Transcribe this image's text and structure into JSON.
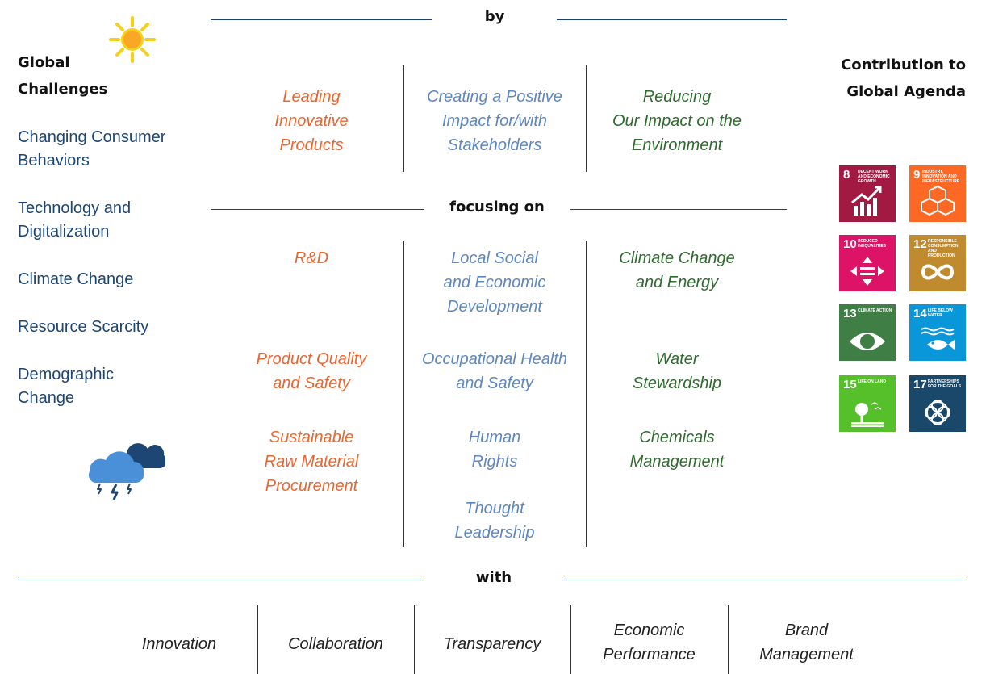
{
  "headers": {
    "by": "by",
    "focusing_on": "focusing on",
    "with": "with"
  },
  "left": {
    "title_line1": "Global",
    "title_line2": "Challenges",
    "challenges": [
      "Changing Consumer\nBehaviors",
      "Technology and\nDigitalization",
      "Climate Change",
      "Resource Scarcity",
      "Demographic\nChange"
    ],
    "icons": [
      "sun-icon",
      "storm-cloud-icon"
    ]
  },
  "right": {
    "title_line1": "Contribution to",
    "title_line2": "Global Agenda",
    "sdgs": [
      {
        "num": "8",
        "caption": "DECENT WORK AND ECONOMIC GROWTH",
        "color": "#a21942",
        "icon": "growth-chart-icon"
      },
      {
        "num": "9",
        "caption": "INDUSTRY, INNOVATION AND INFRASTRUCTURE",
        "color": "#fd6925",
        "icon": "cubes-icon"
      },
      {
        "num": "10",
        "caption": "REDUCED INEQUALITIES",
        "color": "#dd1367",
        "icon": "equality-arrows-icon"
      },
      {
        "num": "12",
        "caption": "RESPONSIBLE CONSUMPTION AND PRODUCTION",
        "color": "#bf8b2e",
        "icon": "infinity-icon"
      },
      {
        "num": "13",
        "caption": "CLIMATE ACTION",
        "color": "#3f7e44",
        "icon": "eye-globe-icon"
      },
      {
        "num": "14",
        "caption": "LIFE BELOW WATER",
        "color": "#0a97d9",
        "icon": "fish-icon"
      },
      {
        "num": "15",
        "caption": "LIFE ON LAND",
        "color": "#56c02b",
        "icon": "tree-icon"
      },
      {
        "num": "17",
        "caption": "PARTNERSHIPS FOR THE GOALS",
        "color": "#19486a",
        "icon": "rings-icon"
      }
    ]
  },
  "pillars": [
    {
      "text": "Leading\nInnovative\nProducts",
      "color": "#e8662f"
    },
    {
      "text": "Creating a Positive\nImpact for/with\nStakeholders",
      "color": "#5d87c0"
    },
    {
      "text": "Reducing\nOur Impact on the\nEnvironment",
      "color": "#2f6a2f"
    }
  ],
  "focus": {
    "col1": [
      "R&D",
      "Product Quality\nand Safety",
      "Sustainable\nRaw Material\nProcurement"
    ],
    "col2": [
      "Local Social\nand Economic\nDevelopment",
      "Occupational Health\nand Safety",
      "Human\nRights",
      "Thought\nLeadership"
    ],
    "col3": [
      "Climate Change\nand Energy",
      "Water\nStewardship",
      "Chemicals\nManagement"
    ]
  },
  "enablers": [
    "Innovation",
    "Collaboration",
    "Transparency",
    "Economic\nPerformance",
    "Brand\nManagement"
  ]
}
